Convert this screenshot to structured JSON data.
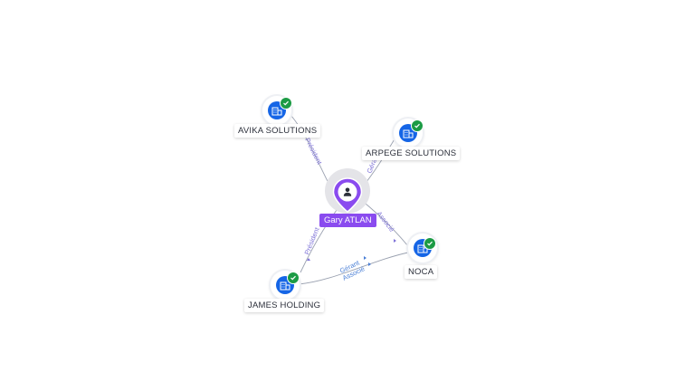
{
  "center": {
    "name": "Gary ATLAN",
    "icon": "person-icon"
  },
  "companies": [
    {
      "id": "avika",
      "name": "AVIKA SOLUTIONS",
      "icon": "building-icon",
      "verified": true
    },
    {
      "id": "arpege",
      "name": "ARPEGE SOLUTIONS",
      "icon": "building-icon",
      "verified": true
    },
    {
      "id": "noca",
      "name": "NOCA",
      "icon": "building-icon",
      "verified": true
    },
    {
      "id": "james",
      "name": "JAMES HOLDING",
      "icon": "building-icon",
      "verified": true
    }
  ],
  "relations": {
    "avika": "Président",
    "arpege": "Gérant",
    "noca": "Associé",
    "james": "Président",
    "james_noca_line1": "Gérant",
    "james_noca_line2": "Associé"
  },
  "colors": {
    "company": "#1565e6",
    "verified": "#1c9b45",
    "person": "#8a4bef",
    "edge_label": "#7f73d8"
  }
}
